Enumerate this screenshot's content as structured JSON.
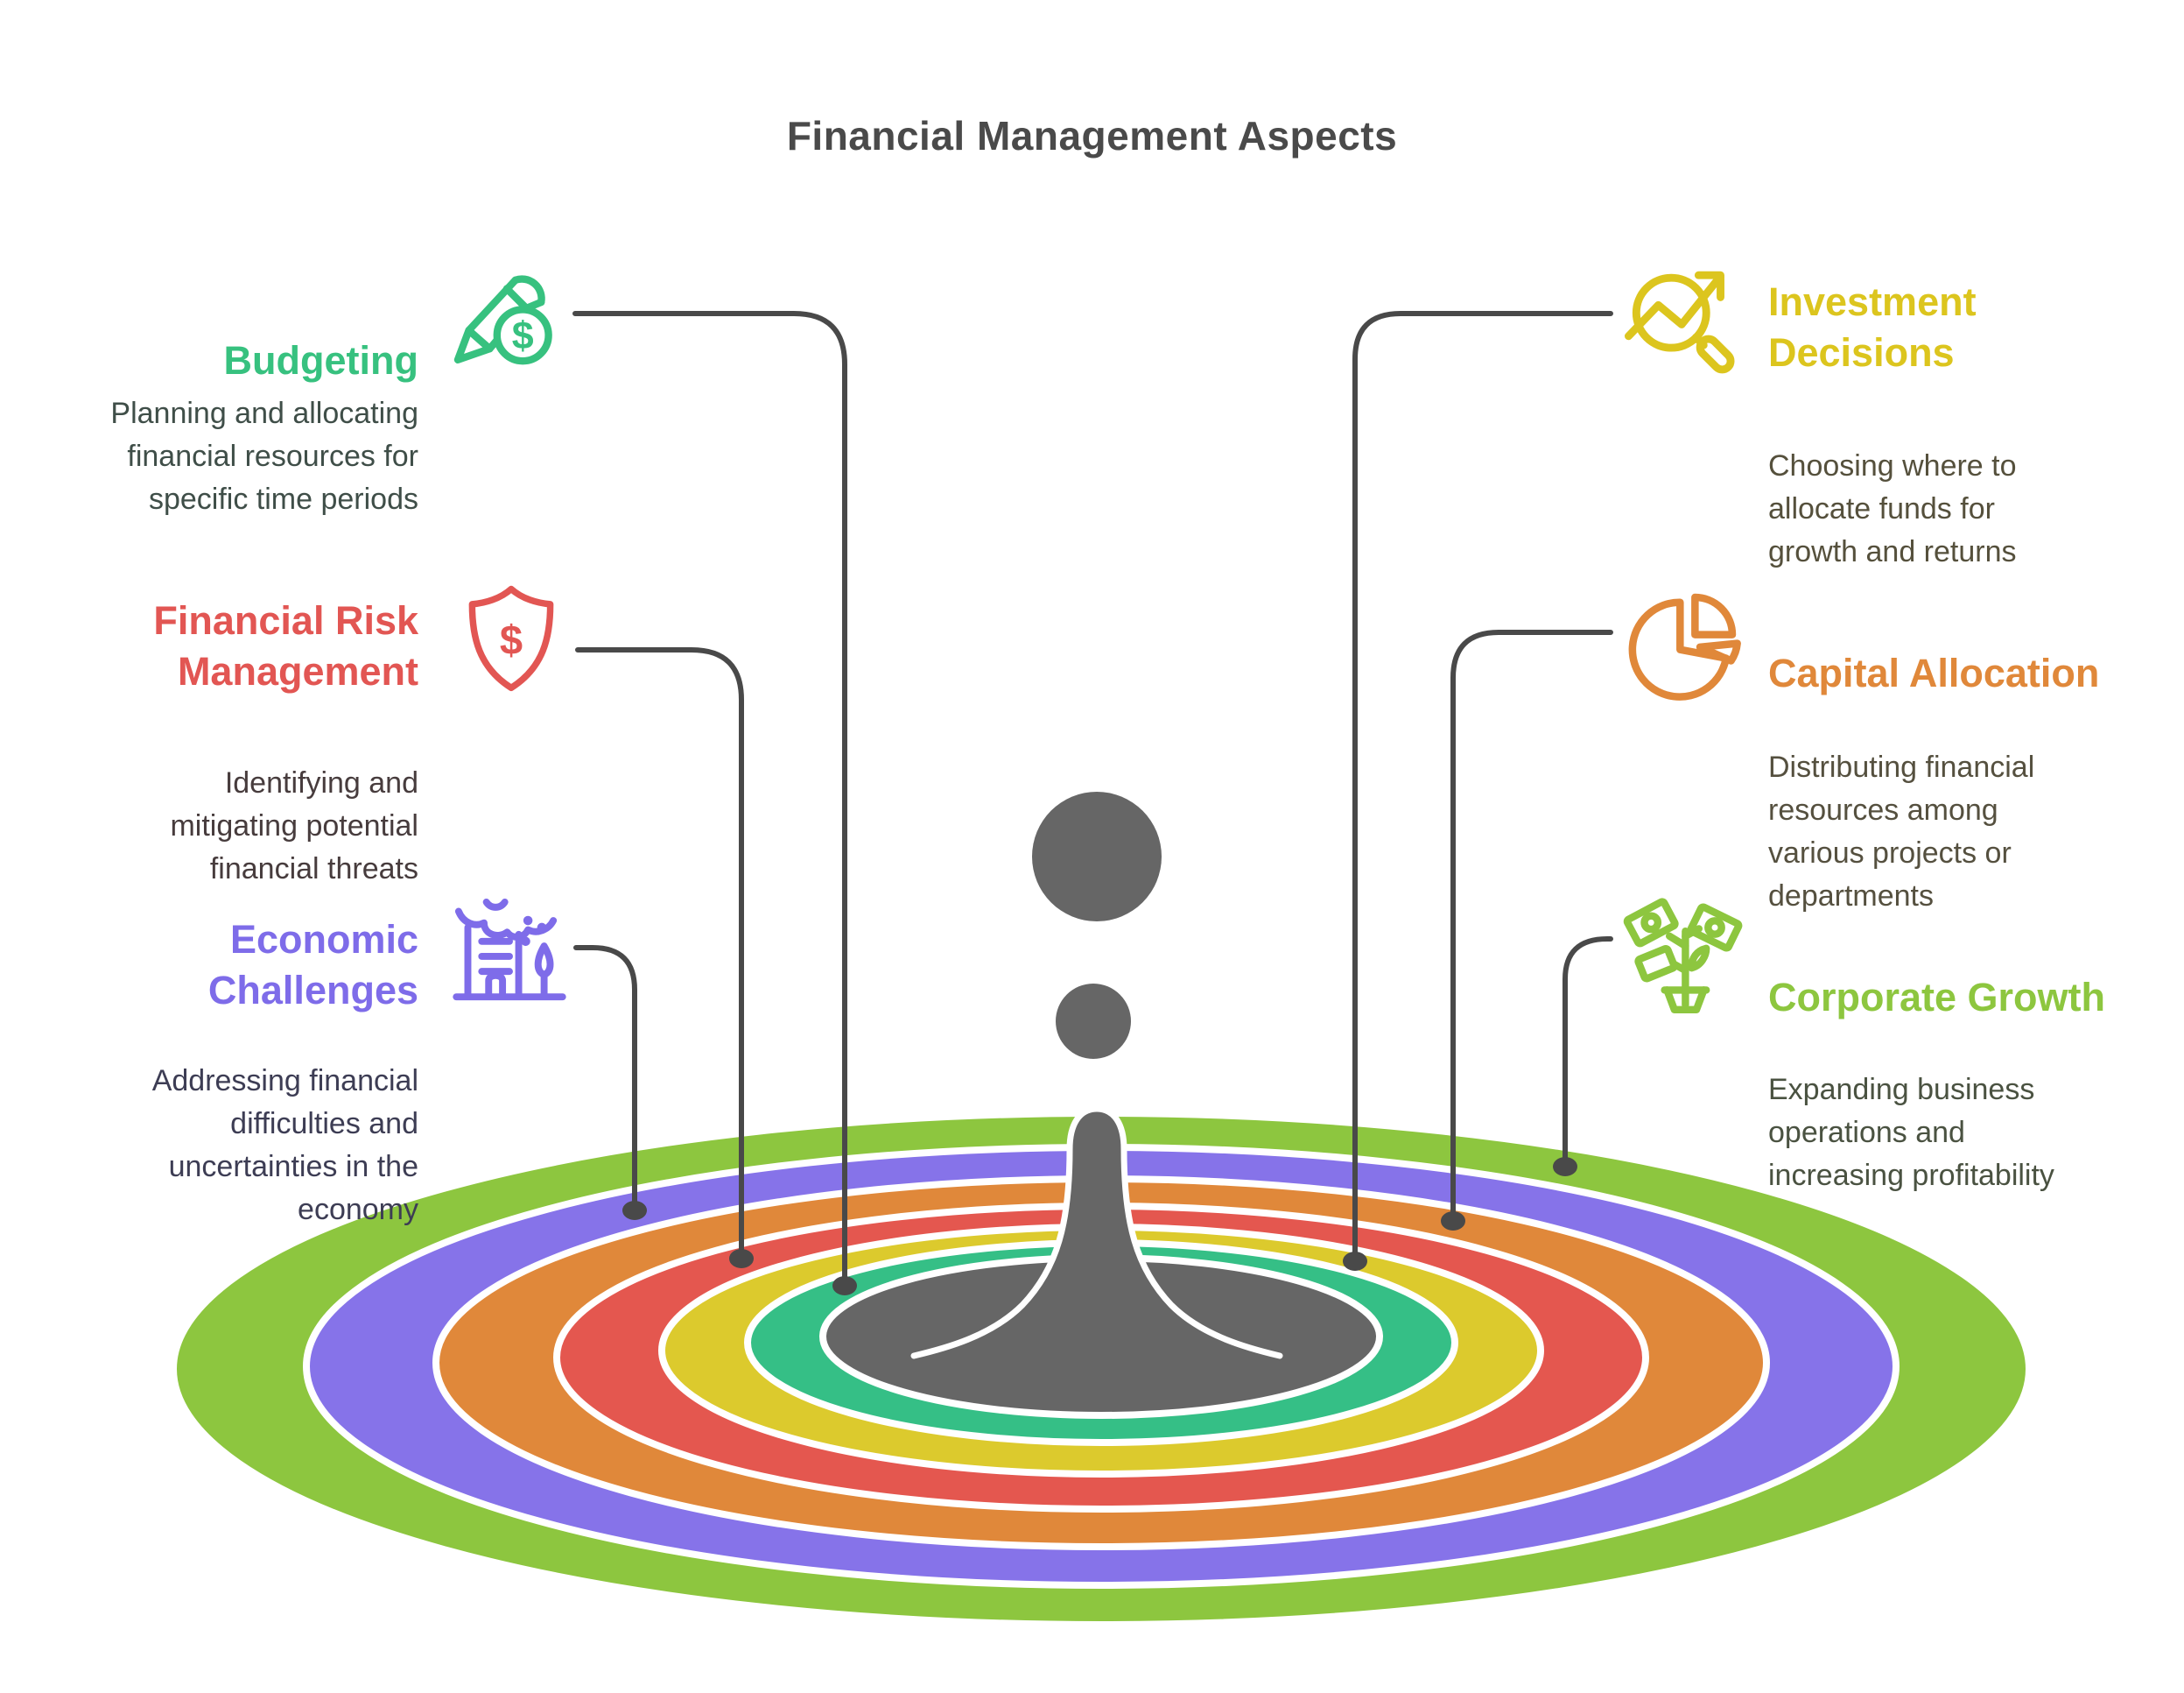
{
  "title": "Financial Management Aspects",
  "items": [
    {
      "label": "Budgeting",
      "description": "Planning and allocating\nfinancial resources for\nspecific time periods",
      "color": "#37c17f",
      "text_color": "#3f4e48",
      "icon": "pen-dollar-icon",
      "side": "left",
      "ring": "emerald"
    },
    {
      "label": "Financial Risk\nManagement",
      "description": "Identifying and\nmitigating potential\nfinancial threats",
      "color": "#e25653",
      "text_color": "#473c3d",
      "icon": "shield-dollar-icon",
      "side": "left",
      "ring": "red"
    },
    {
      "label": "Economic\nChallenges",
      "description": "Addressing financial\ndifficulties and\nuncertainties in the\neconomy",
      "color": "#7e6ce9",
      "text_color": "#3d3d54",
      "icon": "building-crisis-icon",
      "side": "left",
      "ring": "purple"
    },
    {
      "label": "Investment\nDecisions",
      "description": "Choosing where to\nallocate funds for\ngrowth and returns",
      "color": "#dcc51e",
      "text_color": "#55503c",
      "icon": "magnifier-trend-icon",
      "side": "right",
      "ring": "yellow"
    },
    {
      "label": "Capital Allocation",
      "description": "Distributing financial\nresources among\nvarious projects or\ndepartments",
      "color": "#e0883a",
      "text_color": "#55503f",
      "icon": "pie-chart-icon",
      "side": "right",
      "ring": "orange"
    },
    {
      "label": "Corporate Growth",
      "description": "Expanding business\noperations and\nincreasing profitability",
      "color": "#8dc63f",
      "text_color": "#4a5241",
      "icon": "money-plant-icon",
      "side": "right",
      "ring": "lime"
    }
  ],
  "graphic": {
    "name": "water-drop-ripple",
    "center_color": "#666666",
    "line_color": "#494949",
    "rings": [
      {
        "ring": "lime",
        "aspect": "Corporate Growth",
        "color": "#8dc63f"
      },
      {
        "ring": "purple",
        "aspect": "Economic Challenges",
        "color": "#8673e9"
      },
      {
        "ring": "orange",
        "aspect": "Capital Allocation",
        "color": "#e0883a"
      },
      {
        "ring": "red",
        "aspect": "Financial Risk Management",
        "color": "#e4574f"
      },
      {
        "ring": "yellow",
        "aspect": "Investment Decisions",
        "color": "#dcca2d"
      },
      {
        "ring": "emerald",
        "aspect": "Budgeting",
        "color": "#35bf86"
      }
    ]
  }
}
